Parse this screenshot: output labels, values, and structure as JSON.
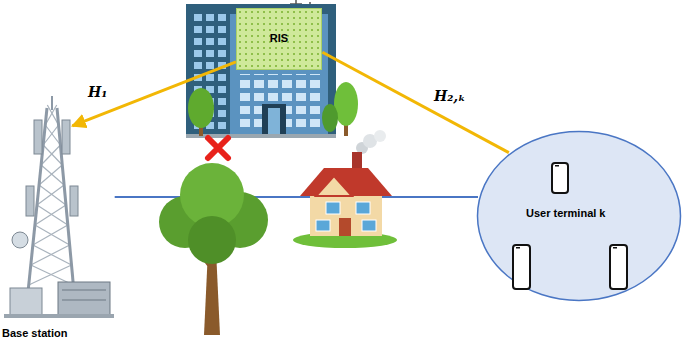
{
  "diagram": {
    "nodes": [
      {
        "text": [
          "RIS"
        ]
      },
      {
        "text": [
          "Base station"
        ]
      },
      {
        "text": [
          "User terminal k"
        ]
      }
    ],
    "edges": [
      {
        "from": 0,
        "to": 1,
        "arrow": "to",
        "label": "H₁"
      },
      {
        "from": 0,
        "to": 2,
        "arrow": "none",
        "label": "H₂,ₖ"
      },
      {
        "from": 1,
        "to": 2,
        "arrow": "none"
      }
    ]
  }
}
